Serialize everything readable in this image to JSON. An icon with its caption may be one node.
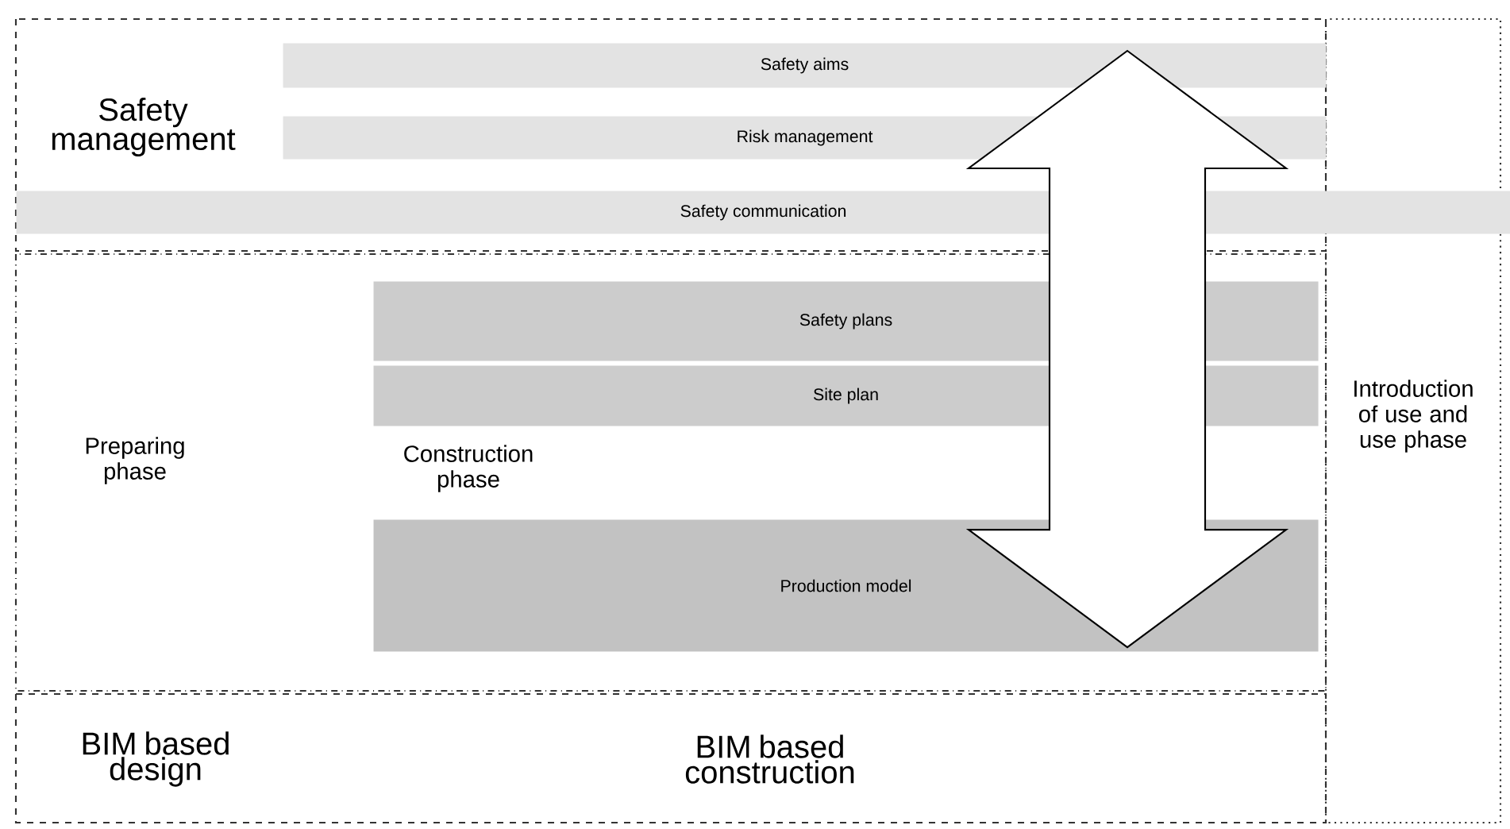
{
  "diagram": {
    "nodes": [
      {
        "text": [
          "Safety management"
        ]
      },
      {
        "text": [
          "Safety aims"
        ],
        "in": 0
      },
      {
        "text": [
          "Risk management"
        ],
        "in": 0
      },
      {
        "text": [
          "Safety communication"
        ]
      },
      {
        "text": [
          "Preparing phase"
        ]
      },
      {
        "text": [
          "Safety plans"
        ],
        "in": 4
      },
      {
        "text": [
          "Site plan"
        ],
        "in": 4
      },
      {
        "text": [
          "Production model"
        ],
        "in": 4
      },
      {
        "text": [
          "BIM based design",
          "BIM based construction"
        ]
      },
      {
        "text": [
          "Introduction of use and use phase"
        ]
      }
    ],
    "edges": [
      {
        "from": 1,
        "to": 7,
        "arrow": "both"
      }
    ],
    "labels": [
      "Construction phase"
    ]
  }
}
